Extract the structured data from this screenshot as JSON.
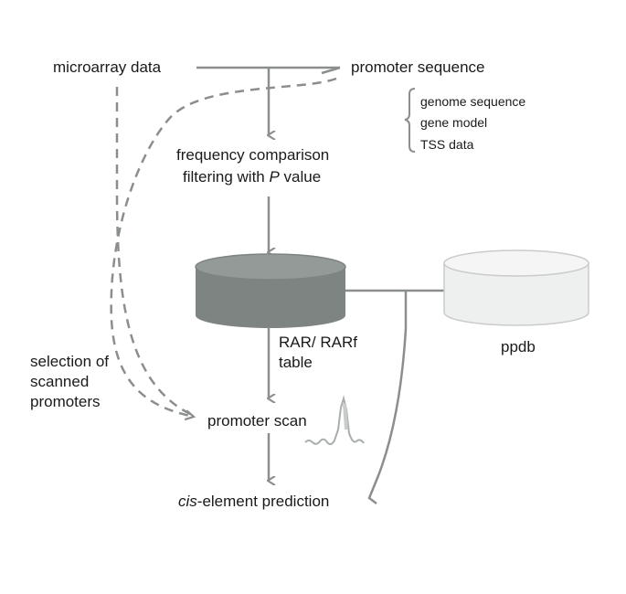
{
  "labels": {
    "microarray": "microarray data",
    "promoter_sequence": "promoter sequence",
    "sources": {
      "genome": "genome sequence",
      "gene_model": "gene model",
      "tss": "TSS data"
    },
    "frequency_comparison": "frequency comparison",
    "filtering_prefix": "filtering with ",
    "filtering_p": "P",
    "filtering_suffix": " value",
    "rar_table": "RAR/ RARf\ntable",
    "ppdb": "ppdb",
    "selection": "selection of\nscanned\npromoters",
    "promoter_scan": "promoter scan",
    "cis_prefix": "cis",
    "cis_suffix": "-element prediction"
  },
  "colors": {
    "line": "#8a8f8c",
    "database_dark": "#7d8482",
    "database_dark_top": "#949a98",
    "database_light": "#eef0ef",
    "database_light_stroke": "#c9cccb",
    "text": "#1a1a1a"
  },
  "icons": {
    "arrow": "arrowhead",
    "database": "cylinder",
    "peak": "signal-peak"
  }
}
